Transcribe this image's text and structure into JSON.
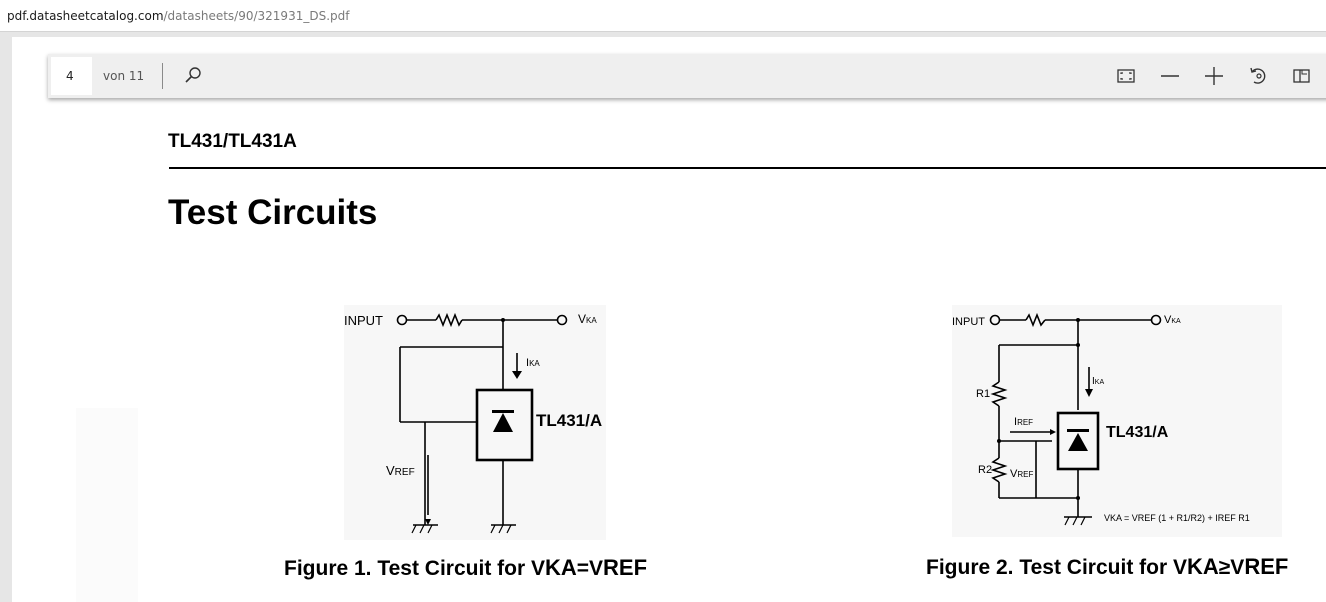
{
  "url": {
    "host": "pdf.datasheetcatalog.com",
    "path": "/datasheets/90/321931_DS.pdf"
  },
  "toolbar": {
    "page_number": "4",
    "page_total": "von 11",
    "icons": [
      "search-icon",
      "fit-page-icon",
      "zoom-out-icon",
      "zoom-in-icon",
      "rotate-icon",
      "two-page-icon"
    ]
  },
  "document": {
    "header": "TL431/TL431A",
    "section_title": "Test Circuits",
    "figure1": {
      "input_label": "INPUT",
      "vka_main": "V",
      "vka_sub": "KA",
      "ika_main": "I",
      "ika_sub": "KA",
      "vref_main": "V",
      "vref_sub": "REF",
      "device_label": "TL431/A",
      "caption_prefix": "Figure 1. Test Circuit for V",
      "caption_sub1": "KA",
      "caption_mid": "=V",
      "caption_sub2": "REF"
    },
    "figure2": {
      "input_label": "INPUT",
      "vka_main": "V",
      "vka_sub": "KA",
      "ika_main": "I",
      "ika_sub": "KA",
      "r1_label": "R1",
      "r2_label": "R2",
      "iref_main": "I",
      "iref_sub": "REF",
      "vref_main": "V",
      "vref_sub": "REF",
      "device_label": "TL431/A",
      "formula": "VKA = VREF (1 + R1/R2) + IREF R1",
      "caption_prefix": "Figure 2. Test Circuit for V",
      "caption_sub1": "KA",
      "caption_mid": "≥V",
      "caption_sub2": "REF"
    }
  }
}
